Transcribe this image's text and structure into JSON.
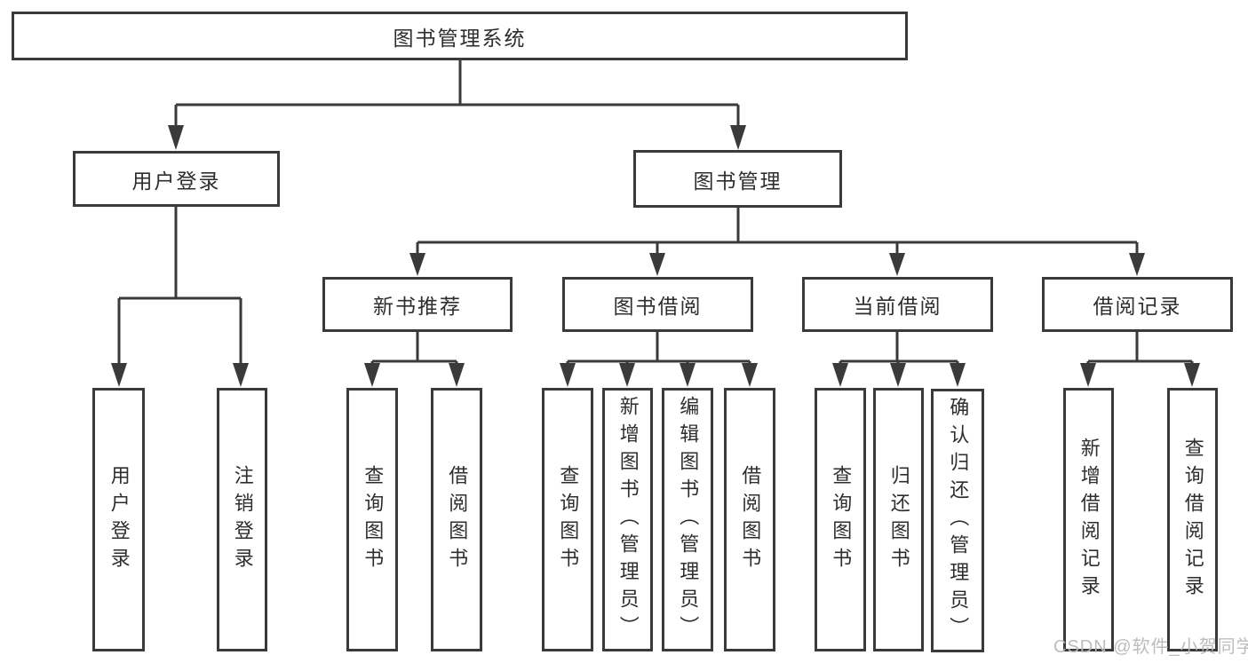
{
  "diagram": {
    "root": {
      "label": "图书管理系统",
      "children": [
        {
          "label": "用户登录",
          "children": [
            {
              "label": "用户登录"
            },
            {
              "label": "注销登录"
            }
          ]
        },
        {
          "label": "图书管理",
          "children": [
            {
              "label": "新书推荐",
              "children": [
                {
                  "label": "查询图书"
                },
                {
                  "label": "借阅图书"
                }
              ]
            },
            {
              "label": "图书借阅",
              "children": [
                {
                  "label": "查询图书"
                },
                {
                  "label": "新增图书（管理员）"
                },
                {
                  "label": "编辑图书（管理员）"
                },
                {
                  "label": "借阅图书"
                }
              ]
            },
            {
              "label": "当前借阅",
              "children": [
                {
                  "label": "查询图书"
                },
                {
                  "label": "归还图书"
                },
                {
                  "label": "确认归还（管理员）"
                }
              ]
            },
            {
              "label": "借阅记录",
              "children": [
                {
                  "label": "新增借阅记录"
                },
                {
                  "label": "查询借阅记录"
                }
              ]
            }
          ]
        }
      ]
    },
    "watermark": "CSDN @软件_小贺同学",
    "style": {
      "line_color": "#3a3a3a",
      "text_color": "#2e2e2e",
      "background": "#ffffff",
      "watermark_color": "#b9b9b9"
    }
  }
}
